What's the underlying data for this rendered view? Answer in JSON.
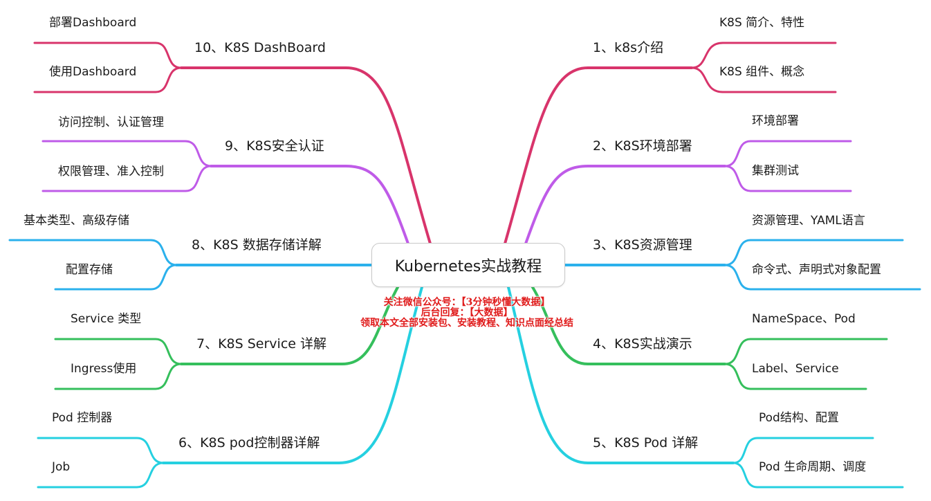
{
  "center": {
    "title": "Kubernetes实战教程"
  },
  "note": {
    "line1": "关注微信公众号：【3分钟秒懂大数据】",
    "line2": "后台回复：【大数据】",
    "line3": "领取本文全部安装包、安装教程、知识点面经总结"
  },
  "colors": {
    "crimson": "#d8346b",
    "purple": "#bf5be8",
    "blue": "#2bb1ec",
    "green": "#35bf5c",
    "cyan": "#25d0e0"
  },
  "branches": {
    "b1": {
      "label": "1、k8s介绍",
      "children": [
        "K8S 简介、特性",
        "K8S 组件、概念"
      ]
    },
    "b2": {
      "label": "2、K8S环境部署",
      "children": [
        "环境部署",
        "集群测试"
      ]
    },
    "b3": {
      "label": "3、K8S资源管理",
      "children": [
        "资源管理、YAML语言",
        "命令式、声明式对象配置"
      ]
    },
    "b4": {
      "label": "4、K8S实战演示",
      "children": [
        "NameSpace、Pod",
        "Label、Service"
      ]
    },
    "b5": {
      "label": "5、K8S Pod 详解",
      "children": [
        "Pod结构、配置",
        "Pod 生命周期、调度"
      ]
    },
    "b6": {
      "label": "6、K8S pod控制器详解",
      "children": [
        "Pod 控制器",
        "Job"
      ]
    },
    "b7": {
      "label": "7、K8S Service 详解",
      "children": [
        "Service 类型",
        "Ingress使用"
      ]
    },
    "b8": {
      "label": "8、K8S 数据存储详解",
      "children": [
        "基本类型、高级存储",
        "配置存储"
      ]
    },
    "b9": {
      "label": "9、K8S安全认证",
      "children": [
        "访问控制、认证管理",
        "权限管理、准入控制"
      ]
    },
    "b10": {
      "label": "10、K8S DashBoard",
      "children": [
        "部署Dashboard",
        "使用Dashboard"
      ]
    }
  }
}
